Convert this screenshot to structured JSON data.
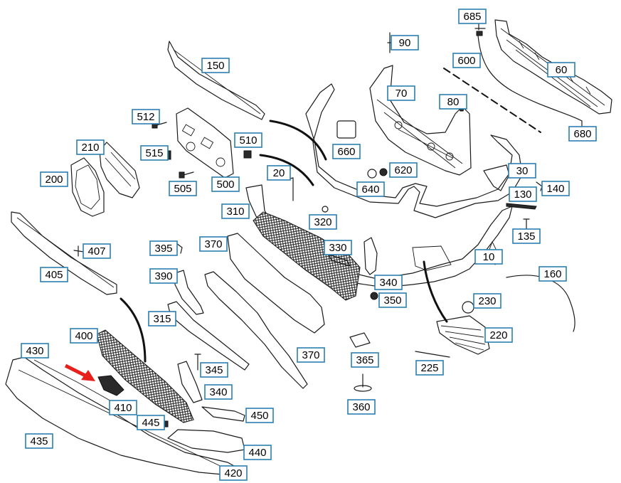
{
  "diagram": {
    "callouts": [
      {
        "id": "c685",
        "label": "685"
      },
      {
        "id": "c90",
        "label": "90"
      },
      {
        "id": "c600",
        "label": "600"
      },
      {
        "id": "c60",
        "label": "60"
      },
      {
        "id": "c150",
        "label": "150"
      },
      {
        "id": "c70",
        "label": "70"
      },
      {
        "id": "c80",
        "label": "80"
      },
      {
        "id": "c680",
        "label": "680"
      },
      {
        "id": "c512",
        "label": "512"
      },
      {
        "id": "c210",
        "label": "210"
      },
      {
        "id": "c510",
        "label": "510"
      },
      {
        "id": "c660",
        "label": "660"
      },
      {
        "id": "c515",
        "label": "515"
      },
      {
        "id": "c620",
        "label": "620"
      },
      {
        "id": "c30",
        "label": "30"
      },
      {
        "id": "c200",
        "label": "200"
      },
      {
        "id": "c20",
        "label": "20"
      },
      {
        "id": "c505",
        "label": "505"
      },
      {
        "id": "c500",
        "label": "500"
      },
      {
        "id": "c640",
        "label": "640"
      },
      {
        "id": "c130",
        "label": "130"
      },
      {
        "id": "c140",
        "label": "140"
      },
      {
        "id": "c310",
        "label": "310"
      },
      {
        "id": "c320",
        "label": "320"
      },
      {
        "id": "c135",
        "label": "135"
      },
      {
        "id": "c407",
        "label": "407"
      },
      {
        "id": "c395",
        "label": "395"
      },
      {
        "id": "c370a",
        "label": "370"
      },
      {
        "id": "c330",
        "label": "330"
      },
      {
        "id": "c10",
        "label": "10"
      },
      {
        "id": "c405",
        "label": "405"
      },
      {
        "id": "c390",
        "label": "390"
      },
      {
        "id": "c160",
        "label": "160"
      },
      {
        "id": "c340a",
        "label": "340"
      },
      {
        "id": "c350",
        "label": "350"
      },
      {
        "id": "c230",
        "label": "230"
      },
      {
        "id": "c315",
        "label": "315"
      },
      {
        "id": "c400",
        "label": "400"
      },
      {
        "id": "c220",
        "label": "220"
      },
      {
        "id": "c430",
        "label": "430"
      },
      {
        "id": "c370b",
        "label": "370"
      },
      {
        "id": "c365",
        "label": "365"
      },
      {
        "id": "c345",
        "label": "345"
      },
      {
        "id": "c225",
        "label": "225"
      },
      {
        "id": "c340b",
        "label": "340"
      },
      {
        "id": "c360",
        "label": "360"
      },
      {
        "id": "c410",
        "label": "410"
      },
      {
        "id": "c450",
        "label": "450"
      },
      {
        "id": "c445",
        "label": "445"
      },
      {
        "id": "c435",
        "label": "435"
      },
      {
        "id": "c440",
        "label": "440"
      },
      {
        "id": "c420",
        "label": "420"
      }
    ],
    "colors": {
      "callout_border": "#2b7fb0",
      "line": "#1a1a1a",
      "arrow": "#e8201c"
    },
    "icons": [
      "red-arrow-pointer"
    ]
  }
}
